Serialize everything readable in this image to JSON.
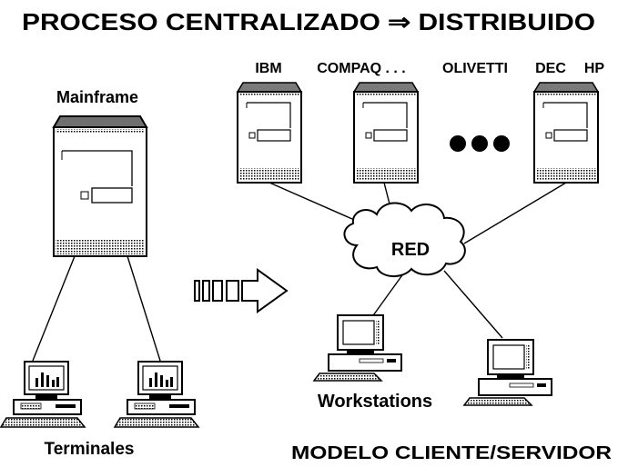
{
  "title": "PROCESO CENTRALIZADO ⇒ DISTRIBUIDO",
  "centralized": {
    "label": "Mainframe",
    "terminals_label": "Terminales"
  },
  "distributed": {
    "vendors": {
      "ibm": "IBM",
      "compaq": "COMPAQ . . .",
      "olivetti": "OLIVETTI",
      "dec": "DEC",
      "hp": "HP"
    },
    "network_label": "RED",
    "workstations_label": "Workstations",
    "model_label": "MODELO CLIENTE/SERVIDOR"
  },
  "icons": [
    "mainframe-icon",
    "terminal-icon",
    "server-tower-icon",
    "network-cloud-icon",
    "workstation-icon",
    "transition-arrow-icon",
    "ellipsis-dots-icon"
  ],
  "colors": {
    "ink": "#000000",
    "shade": "#808080",
    "background": "#ffffff"
  }
}
